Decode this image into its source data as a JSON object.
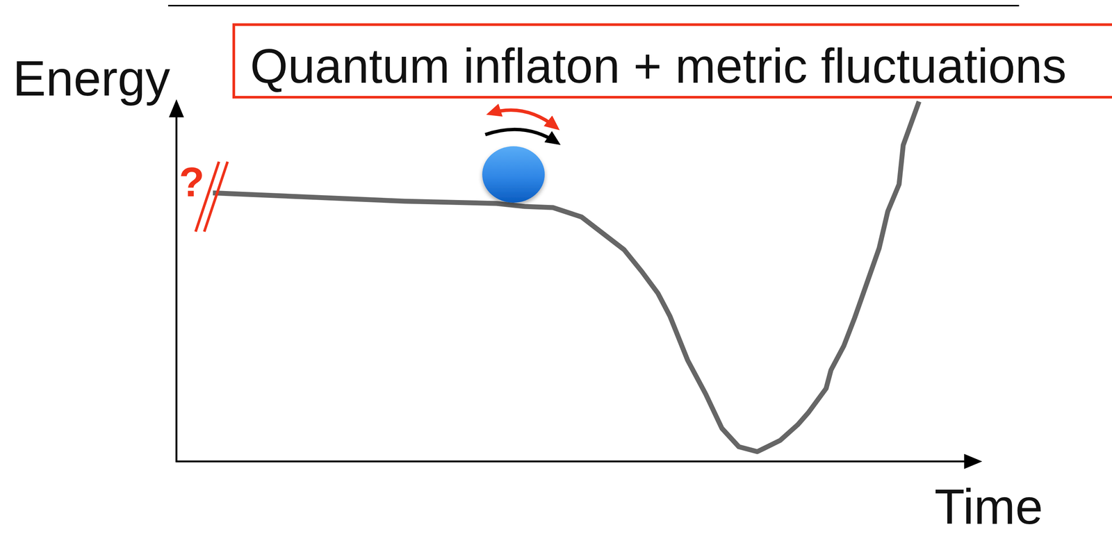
{
  "diagram": {
    "nodes": [
      {
        "text": [
          "Quantum inflaton + metric fluctuations"
        ]
      }
    ],
    "labels": [
      "Energy",
      "?",
      "Time"
    ]
  }
}
